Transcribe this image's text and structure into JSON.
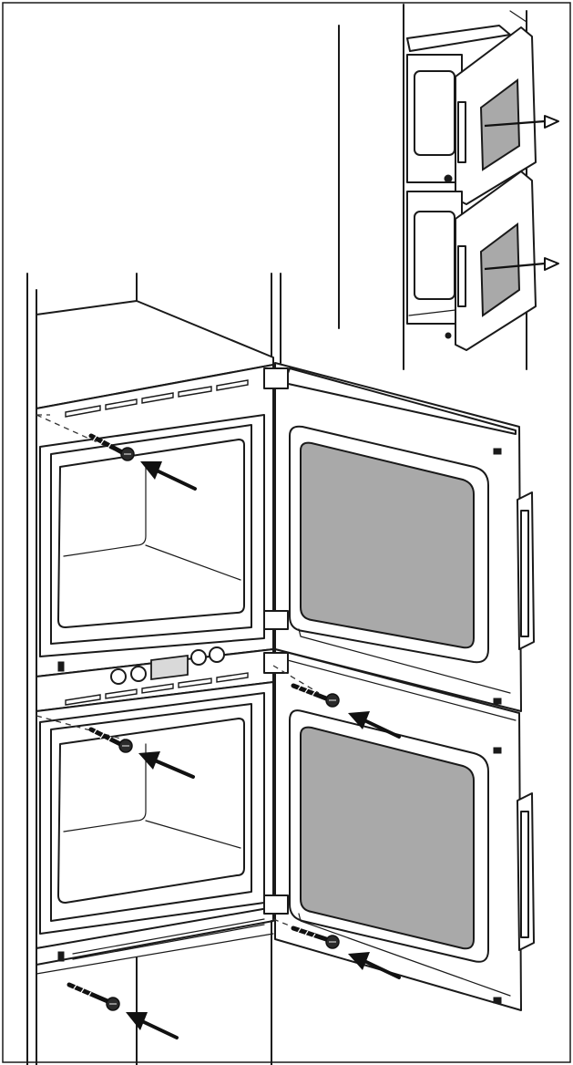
{
  "diagram": {
    "frame_color": "#1a1a1a",
    "glass_color": "#a9a9a9",
    "panel_color": "#f4f4f4",
    "inset": {
      "pull_arrows": [
        "right-arrow",
        "right-arrow"
      ]
    },
    "main": {
      "ovens": [
        "upper-oven",
        "lower-oven"
      ],
      "screw_count": 5,
      "pointer_arrows": [
        "left-arrow",
        "left-arrow",
        "left-arrow",
        "left-arrow",
        "left-arrow"
      ]
    }
  }
}
